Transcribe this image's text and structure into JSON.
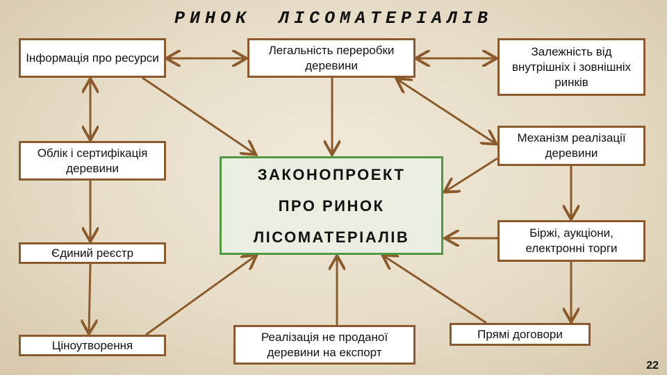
{
  "title": "РИНОК ЛІСОМАТЕРІАЛІВ",
  "center": {
    "lines": [
      "ЗАКОНОПРОЕКТ",
      "ПРО РИНОК",
      "ЛІСОМАТЕРІАЛІВ"
    ]
  },
  "boxes": {
    "info": "Інформація про ресурси",
    "legal": "Легальність переробки деревини",
    "dependence": "Залежність від внутрішніх і зовнішніх ринків",
    "accounting": "Облік і сертифікація деревини",
    "mechanism": "Механізм реалізації деревини",
    "registry": "Єдиний реєстр",
    "exchanges": "Біржі, аукціони, електронні торги",
    "pricing": "Ціноутворення",
    "export": "Реалізація не проданої деревини на експорт",
    "contracts": "Прямі договори"
  },
  "page_number": "22",
  "colors": {
    "arrow": "#8b5a2b",
    "center_border": "#4f9a40",
    "center_fill": "#e9efe0"
  }
}
